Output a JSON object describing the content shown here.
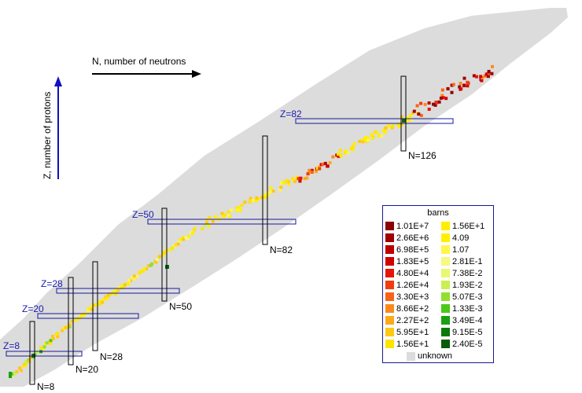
{
  "chart_data": {
    "type": "heatmap",
    "title": "",
    "x_axis_label": "N, number of neutrons",
    "y_axis_label": "Z, number of protons",
    "legend_title": "barns",
    "legend_left": [
      {
        "label": "1.01E+7",
        "color": "#8b0000"
      },
      {
        "label": "2.66E+6",
        "color": "#a00000"
      },
      {
        "label": "6.98E+5",
        "color": "#bb0000"
      },
      {
        "label": "1.83E+5",
        "color": "#d00000"
      },
      {
        "label": "4.80E+4",
        "color": "#e8140a"
      },
      {
        "label": "1.26E+4",
        "color": "#f03c10"
      },
      {
        "label": "3.30E+3",
        "color": "#f76418"
      },
      {
        "label": "8.66E+2",
        "color": "#fb8a1c"
      },
      {
        "label": "2.27E+2",
        "color": "#fda91a"
      },
      {
        "label": "5.95E+1",
        "color": "#ffc814"
      },
      {
        "label": "1.56E+1",
        "color": "#ffe400"
      }
    ],
    "legend_right": [
      {
        "label": "1.56E+1",
        "color": "#ffee00"
      },
      {
        "label": "4.09",
        "color": "#fff000"
      },
      {
        "label": "1.07",
        "color": "#fff64a"
      },
      {
        "label": "2.81E-1",
        "color": "#f8f882"
      },
      {
        "label": "7.38E-2",
        "color": "#e8f870"
      },
      {
        "label": "1.93E-2",
        "color": "#c8f050"
      },
      {
        "label": "5.07E-3",
        "color": "#90e030"
      },
      {
        "label": "1.33E-3",
        "color": "#4cc818"
      },
      {
        "label": "3.49E-4",
        "color": "#1aa010"
      },
      {
        "label": "9.15E-5",
        "color": "#0a7a0a"
      },
      {
        "label": "2.40E-5",
        "color": "#0a5a0a"
      }
    ],
    "unknown_label": "unknown",
    "unknown_color": "#dcdcdc",
    "magic_numbers": {
      "protons": [
        {
          "label": "Z=8",
          "value": 8
        },
        {
          "label": "Z=20",
          "value": 20
        },
        {
          "label": "Z=28",
          "value": 28
        },
        {
          "label": "Z=50",
          "value": 50
        },
        {
          "label": "Z=82",
          "value": 82
        }
      ],
      "neutrons": [
        {
          "label": "N=8",
          "value": 8
        },
        {
          "label": "N=20",
          "value": 20
        },
        {
          "label": "N=28",
          "value": 28
        },
        {
          "label": "N=50",
          "value": 50
        },
        {
          "label": "N=82",
          "value": 82
        },
        {
          "label": "N=126",
          "value": 126
        }
      ]
    },
    "axis_ranges": {
      "N": [
        0,
        178
      ],
      "Z": [
        0,
        118
      ]
    },
    "grid": false
  }
}
